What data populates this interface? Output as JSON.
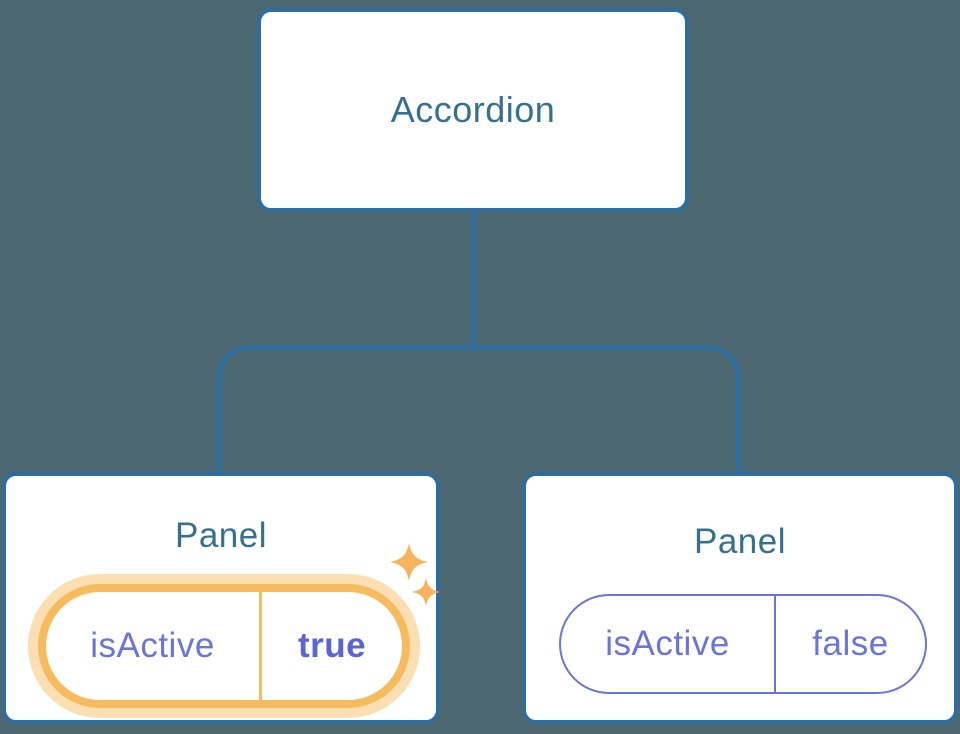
{
  "diagram": {
    "root": {
      "label": "Accordion"
    },
    "panels": [
      {
        "label": "Panel",
        "state_key": "isActive",
        "state_value": "true",
        "active": true,
        "decoration": "sparkles"
      },
      {
        "label": "Panel",
        "state_key": "isActive",
        "state_value": "false",
        "active": false,
        "decoration": "none"
      }
    ],
    "colors": {
      "background": "#4D6770",
      "node_fill": "#FFFFFF",
      "node_border_and_lines": "#2E6E9E",
      "node_text": "#35708E",
      "state_text": "#6B74DB",
      "state_value_active_text": "#5A64D8",
      "highlight_ring": "#F7BB5F",
      "highlight_glow": "#FBDFB3",
      "sparkle": "#F6B45C"
    }
  }
}
